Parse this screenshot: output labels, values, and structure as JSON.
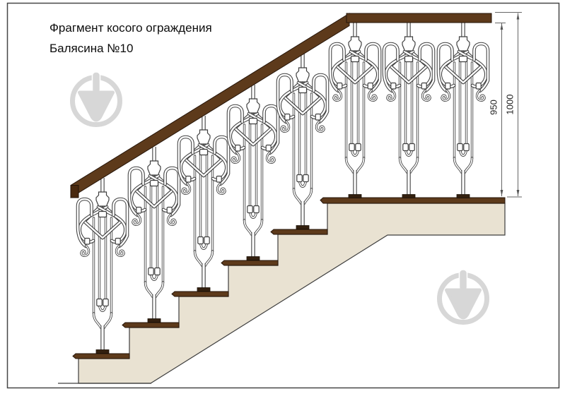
{
  "title": {
    "line1": "Фрагмент косого ограждения",
    "line2": "Балясина №10"
  },
  "dimensions": {
    "d950": "950",
    "d1000": "1000"
  },
  "scene": {
    "type": "technical-drawing",
    "subject": "staircase slanted railing fragment with wrought-iron balusters",
    "steps_count": 5,
    "balusters_count": 8,
    "watermarks_count": 2
  },
  "colors": {
    "rail": "#5d3a1b",
    "rail-end": "#49290f",
    "tread": "#5d3a1b",
    "body": "#e9e2d2",
    "body-line": "#3d3d3d",
    "iron-line": "#3f3f3f",
    "base": "#33200f",
    "dim": "#666666",
    "dim-text": "#222222",
    "wm": "#d7d7d7",
    "frame": "#474747",
    "text": "#0d0d0d"
  }
}
